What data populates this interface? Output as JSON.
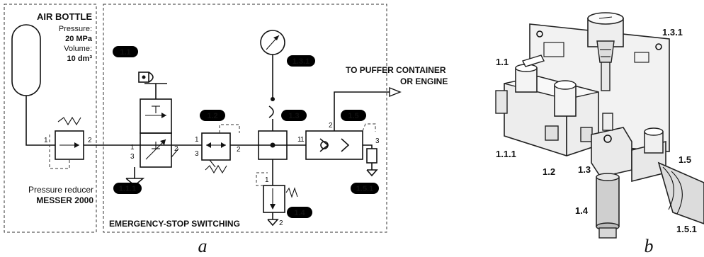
{
  "diagram_a": {
    "air_bottle": {
      "title": "AIR BOTTLE",
      "pressure_label": "Pressure:",
      "pressure_value": "20 MPa",
      "volume_label": "Volume:",
      "volume_value": "10 dm³"
    },
    "reducer": {
      "label": "Pressure reducer",
      "model": "MESSER 2000",
      "port_in": "1",
      "port_out": "2"
    },
    "section_label": "EMERGENCY-STOP SWITCHING",
    "output_label_line1": "TO PUFFER CONTAINER",
    "output_label_line2": "OR ENGINE",
    "tags": {
      "t_1_1": "1.1",
      "t_1_1_1": "1.1.1",
      "t_1_2": "1.2",
      "t_1_3": "1.3",
      "t_1_3_1": "1.3.1",
      "t_1_4": "1.4",
      "t_1_5": "1.5",
      "t_1_5_1": "1.5.1"
    },
    "ports": {
      "v11_p1": "1",
      "v11_p2": "2",
      "v11_p3": "3",
      "v12_p1": "1",
      "v12_p2": "2",
      "v12_p3": "3",
      "block_p1": "1",
      "v14_p1": "1",
      "v14_p2": "2",
      "v15_p1": "1",
      "v15_p2": "2",
      "v15_p3": "3"
    },
    "caption": "a"
  },
  "diagram_b": {
    "labels": {
      "l_1_3_1": "1.3.1",
      "l_1_1": "1.1",
      "l_1_1_1": "1.1.1",
      "l_1_2": "1.2",
      "l_1_3": "1.3",
      "l_1_4": "1.4",
      "l_1_5": "1.5",
      "l_1_5_1": "1.5.1"
    },
    "caption": "b"
  }
}
